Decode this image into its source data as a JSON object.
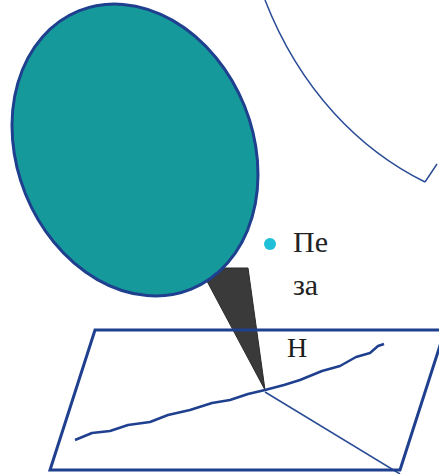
{
  "diagram": {
    "nodes": [
      {
        "text": [
          "Н"
        ]
      }
    ],
    "edges": [],
    "labels": [
      "Пе",
      "за"
    ]
  }
}
